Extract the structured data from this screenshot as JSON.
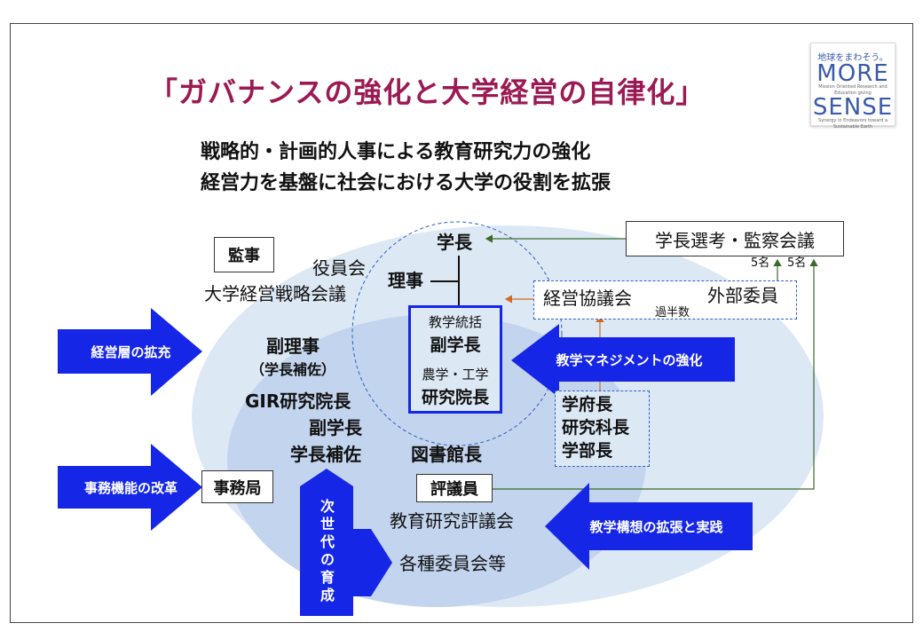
{
  "title": "「ガバナンスの強化と大学経営の自律化」",
  "subtitle": [
    "戦略的・計画的人事による教育研究力の強化",
    "経営力を基盤に社会における大学の役割を拡張"
  ],
  "logo": {
    "top": "地球をまわそう。",
    "line1": "MORE",
    "tagline1": "Mission Oriented Research and Education giving",
    "line2": "SENSE",
    "tagline2": "Synergy in Endeavors toward a Sustainable Earth"
  },
  "nodes": {
    "president": "学長",
    "directors": "理事",
    "board": "役員会",
    "strategy_council": "大学経営戦略会議",
    "auditor": "監事",
    "vice_director": "副理事",
    "vice_director_sub": "（学長補佐）",
    "gir_dean": "GIR研究院長",
    "vice_president": "副学長",
    "president_assistant": "学長補佐",
    "edu_unify": "教学統括",
    "edu_vice": "副学長",
    "agri_eng": "農学・工学",
    "research_dean": "研究院長",
    "library": "図書館長",
    "councilor": "評議員",
    "edu_council": "教育研究評議会",
    "committees": "各種委員会等",
    "secretariat": "事務局",
    "selection_council": "学長選考・監察会議",
    "mgmt_council": "経営協議会",
    "external": "外部委員",
    "majority": "過半数",
    "five_a": "5名",
    "five_b": "5名",
    "deans": [
      "学府長",
      "研究科長",
      "学部長"
    ]
  },
  "arrows": {
    "mgmt_expand": "経営層の拡充",
    "admin_reform": "事務機能の改革",
    "edu_mgmt": "教学マネジメントの強化",
    "edu_vision": "教学構想の拡張と実践",
    "next_gen": "次世代の育成"
  },
  "colors": {
    "title": "#9b1a53",
    "arrow": "#1626e6",
    "ellipse_outer": "#dde8f5",
    "ellipse_inner": "#c3d4ee",
    "green": "#3a6b2a",
    "orange": "#d2691e",
    "dashed": "#3060c0"
  }
}
